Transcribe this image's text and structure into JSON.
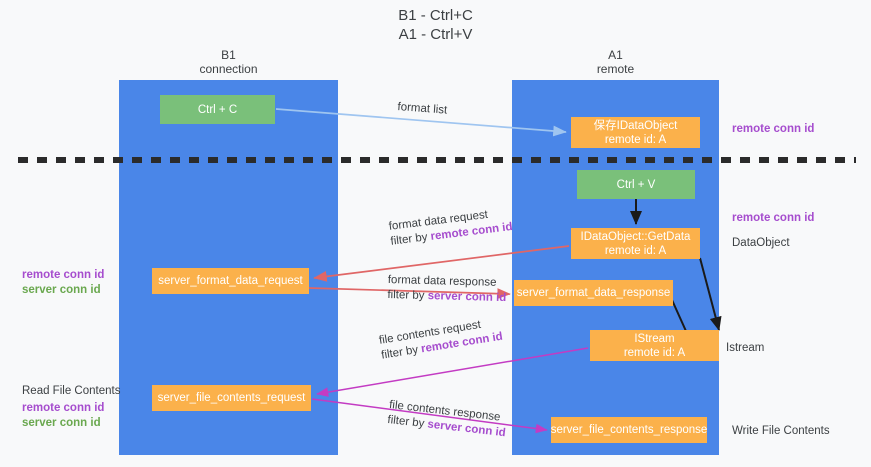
{
  "title": {
    "line1": "B1 - Ctrl+C",
    "line2": "A1 - Ctrl+V"
  },
  "columns": [
    {
      "name": "B1",
      "subtitle": "connection"
    },
    {
      "name": "A1",
      "subtitle": "remote"
    }
  ],
  "boxes": {
    "ctrl_c": {
      "label": "Ctrl + C",
      "color": "#7ac07a"
    },
    "ctrl_v": {
      "label": "Ctrl + V",
      "color": "#7ac07a"
    },
    "save_idataobject": {
      "line1": "保存IDataObject",
      "line2": "remote id: A",
      "color": "#fbb14b"
    },
    "getdata": {
      "line1": "IDataObject::GetData",
      "line2": "remote id: A",
      "color": "#fbb14b"
    },
    "istream": {
      "line1": "IStream",
      "line2": "remote id: A",
      "color": "#fbb14b"
    },
    "server_format_data_request": {
      "label": "server_format_data_request",
      "color": "#fbb14b"
    },
    "server_format_data_response": {
      "label": "server_format_data_response",
      "color": "#fbb14b"
    },
    "server_file_contents_request": {
      "label": "server_file_contents_request",
      "color": "#fbb14b"
    },
    "server_file_contents_response": {
      "label": "server_file_contents_response",
      "color": "#fbb14b"
    }
  },
  "edge_labels": {
    "format_list": "format list",
    "format_data_request": "format data request",
    "format_data_request_filter_prefix": "filter by ",
    "format_data_request_filter_key": "remote conn id",
    "format_data_response": "format data response",
    "format_data_response_filter_prefix": "filter by ",
    "format_data_response_filter_key": "server conn id",
    "file_contents_request": "file contents request",
    "file_contents_request_filter_prefix": "filter by ",
    "file_contents_request_filter_key": "remote conn id",
    "file_contents_response": "file contents response",
    "file_contents_response_filter_prefix": "filter by ",
    "file_contents_response_filter_key": "server conn id"
  },
  "left_annotations": {
    "group1": {
      "remote": "remote conn id",
      "server": "server conn id"
    },
    "read_file_contents": "Read File Contents",
    "group2": {
      "remote": "remote conn id",
      "server": "server conn id"
    }
  },
  "right_annotations": {
    "remote_conn_id_top": "remote conn id",
    "remote_conn_id_mid": "remote conn id",
    "data_object": "DataObject",
    "istream": "Istream",
    "write_file_contents": "Write File Contents"
  },
  "colors": {
    "lane": "#4a86e8",
    "green_box": "#7ac07a",
    "orange_box": "#fbb14b",
    "remote_key": "#a64dce",
    "server_key": "#6aa84f",
    "arrow_light_blue": "#9fc5f0",
    "arrow_red": "#e06666",
    "arrow_magenta": "#c33bc3",
    "arrow_black": "#1a1a1a",
    "dashed_line": "#2b2b2b",
    "background": "#f8f9fa"
  }
}
